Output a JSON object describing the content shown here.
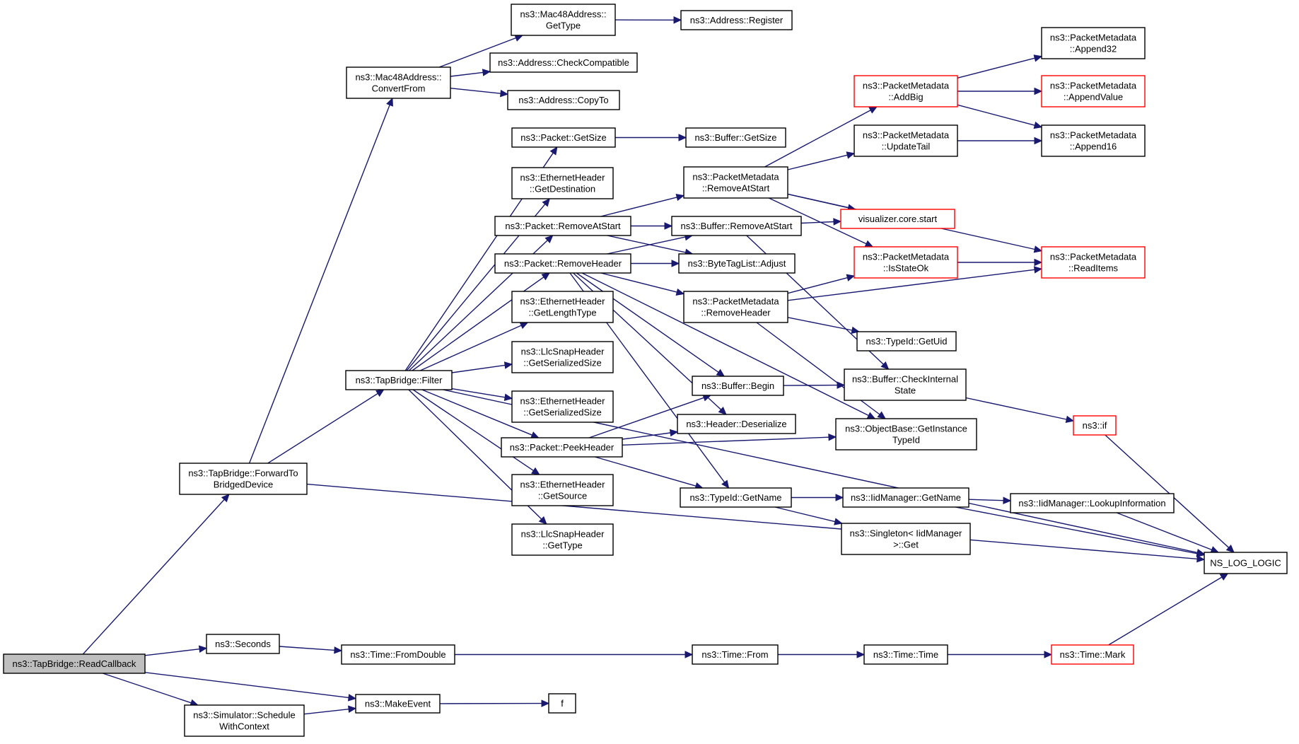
{
  "nodes": [
    {
      "id": "readcb",
      "lines": [
        "ns3::TapBridge::ReadCallback"
      ],
      "style": "root"
    },
    {
      "id": "fwd",
      "lines": [
        "ns3::TapBridge::ForwardTo",
        "BridgedDevice"
      ]
    },
    {
      "id": "seconds",
      "lines": [
        "ns3::Seconds"
      ]
    },
    {
      "id": "sched",
      "lines": [
        "ns3::Simulator::Schedule",
        "WithContext"
      ]
    },
    {
      "id": "makeevent",
      "lines": [
        "ns3::MakeEvent"
      ]
    },
    {
      "id": "f",
      "lines": [
        "f"
      ]
    },
    {
      "id": "fromdouble",
      "lines": [
        "ns3::Time::FromDouble"
      ]
    },
    {
      "id": "timefrom",
      "lines": [
        "ns3::Time::From"
      ]
    },
    {
      "id": "timetime",
      "lines": [
        "ns3::Time::Time"
      ]
    },
    {
      "id": "timemark",
      "lines": [
        "ns3::Time::Mark"
      ],
      "style": "trunc"
    },
    {
      "id": "nslog",
      "lines": [
        "NS_LOG_LOGIC"
      ]
    },
    {
      "id": "mac48conv",
      "lines": [
        "ns3::Mac48Address::",
        "ConvertFrom"
      ]
    },
    {
      "id": "mac48type",
      "lines": [
        "ns3::Mac48Address::",
        "GetType"
      ]
    },
    {
      "id": "addrreg",
      "lines": [
        "ns3::Address::Register"
      ]
    },
    {
      "id": "addrcheck",
      "lines": [
        "ns3::Address::CheckCompatible"
      ]
    },
    {
      "id": "addrcopy",
      "lines": [
        "ns3::Address::CopyTo"
      ]
    },
    {
      "id": "filter",
      "lines": [
        "ns3::TapBridge::Filter"
      ]
    },
    {
      "id": "pktsize",
      "lines": [
        "ns3::Packet::GetSize"
      ]
    },
    {
      "id": "bufsize",
      "lines": [
        "ns3::Buffer::GetSize"
      ]
    },
    {
      "id": "ethdest",
      "lines": [
        "ns3::EthernetHeader",
        "::GetDestination"
      ]
    },
    {
      "id": "pktrmstart",
      "lines": [
        "ns3::Packet::RemoveAtStart"
      ]
    },
    {
      "id": "pktrmhdr",
      "lines": [
        "ns3::Packet::RemoveHeader"
      ]
    },
    {
      "id": "ethlen",
      "lines": [
        "ns3::EthernetHeader",
        "::GetLengthType"
      ]
    },
    {
      "id": "llcser",
      "lines": [
        "ns3::LlcSnapHeader",
        "::GetSerializedSize"
      ]
    },
    {
      "id": "ethser",
      "lines": [
        "ns3::EthernetHeader",
        "::GetSerializedSize"
      ]
    },
    {
      "id": "pktpeek",
      "lines": [
        "ns3::Packet::PeekHeader"
      ]
    },
    {
      "id": "ethsrc",
      "lines": [
        "ns3::EthernetHeader",
        "::GetSource"
      ]
    },
    {
      "id": "llctype",
      "lines": [
        "ns3::LlcSnapHeader",
        "::GetType"
      ]
    },
    {
      "id": "pmrmstart",
      "lines": [
        "ns3::PacketMetadata",
        "::RemoveAtStart"
      ]
    },
    {
      "id": "bufrmstart",
      "lines": [
        "ns3::Buffer::RemoveAtStart"
      ]
    },
    {
      "id": "bytetag",
      "lines": [
        "ns3::ByteTagList::Adjust"
      ]
    },
    {
      "id": "pmrmhdr",
      "lines": [
        "ns3::PacketMetadata",
        "::RemoveHeader"
      ]
    },
    {
      "id": "bufbegin",
      "lines": [
        "ns3::Buffer::Begin"
      ]
    },
    {
      "id": "hdrdeser",
      "lines": [
        "ns3::Header::Deserialize"
      ]
    },
    {
      "id": "tidname",
      "lines": [
        "ns3::TypeId::GetName"
      ]
    },
    {
      "id": "pmaddbig",
      "lines": [
        "ns3::PacketMetadata",
        "::AddBig"
      ],
      "style": "trunc"
    },
    {
      "id": "pmupdtail",
      "lines": [
        "ns3::PacketMetadata",
        "::UpdateTail"
      ]
    },
    {
      "id": "viz",
      "lines": [
        "visualizer.core.start"
      ],
      "style": "trunc"
    },
    {
      "id": "pmstateok",
      "lines": [
        "ns3::PacketMetadata",
        "::IsStateOk"
      ],
      "style": "trunc"
    },
    {
      "id": "tiduid",
      "lines": [
        "ns3::TypeId::GetUid"
      ]
    },
    {
      "id": "bufcheck",
      "lines": [
        "ns3::Buffer::CheckInternal",
        "State"
      ]
    },
    {
      "id": "objtid",
      "lines": [
        "ns3::ObjectBase::GetInstance",
        "TypeId"
      ]
    },
    {
      "id": "iidname",
      "lines": [
        "ns3::IidManager::GetName"
      ]
    },
    {
      "id": "singleton",
      "lines": [
        "ns3::Singleton< IidManager",
        ">::Get"
      ]
    },
    {
      "id": "iidlookup",
      "lines": [
        "ns3::IidManager::LookupInformation"
      ]
    },
    {
      "id": "nsif",
      "lines": [
        "ns3::if"
      ],
      "style": "trunc"
    },
    {
      "id": "pmapp32",
      "lines": [
        "ns3::PacketMetadata",
        "::Append32"
      ]
    },
    {
      "id": "pmappval",
      "lines": [
        "ns3::PacketMetadata",
        "::AppendValue"
      ],
      "style": "trunc"
    },
    {
      "id": "pmapp16",
      "lines": [
        "ns3::PacketMetadata",
        "::Append16"
      ]
    },
    {
      "id": "pmread",
      "lines": [
        "ns3::PacketMetadata",
        "::ReadItems"
      ],
      "style": "trunc"
    }
  ],
  "edges": [
    [
      "readcb",
      "fwd"
    ],
    [
      "readcb",
      "seconds"
    ],
    [
      "readcb",
      "makeevent"
    ],
    [
      "readcb",
      "sched"
    ],
    [
      "sched",
      "makeevent"
    ],
    [
      "makeevent",
      "f"
    ],
    [
      "seconds",
      "fromdouble"
    ],
    [
      "fromdouble",
      "timefrom"
    ],
    [
      "timefrom",
      "timetime"
    ],
    [
      "timetime",
      "timemark"
    ],
    [
      "timemark",
      "nslog"
    ],
    [
      "fwd",
      "mac48conv"
    ],
    [
      "fwd",
      "filter"
    ],
    [
      "fwd",
      "nslog"
    ],
    [
      "mac48conv",
      "mac48type"
    ],
    [
      "mac48conv",
      "addrcheck"
    ],
    [
      "mac48conv",
      "addrcopy"
    ],
    [
      "mac48type",
      "addrreg"
    ],
    [
      "filter",
      "pktsize"
    ],
    [
      "filter",
      "ethdest"
    ],
    [
      "filter",
      "pktrmstart"
    ],
    [
      "filter",
      "pktrmhdr"
    ],
    [
      "filter",
      "ethlen"
    ],
    [
      "filter",
      "llcser"
    ],
    [
      "filter",
      "ethser"
    ],
    [
      "filter",
      "pktpeek"
    ],
    [
      "filter",
      "ethsrc"
    ],
    [
      "filter",
      "llctype"
    ],
    [
      "filter",
      "nslog"
    ],
    [
      "pktsize",
      "bufsize"
    ],
    [
      "pktrmstart",
      "pmrmstart"
    ],
    [
      "pktrmstart",
      "bufrmstart"
    ],
    [
      "pktrmstart",
      "bytetag"
    ],
    [
      "pktrmhdr",
      "bufrmstart"
    ],
    [
      "pktrmhdr",
      "bytetag"
    ],
    [
      "pktrmhdr",
      "pmrmhdr"
    ],
    [
      "pktrmhdr",
      "bufbegin"
    ],
    [
      "pktrmhdr",
      "hdrdeser"
    ],
    [
      "pktrmhdr",
      "objtid"
    ],
    [
      "pktrmhdr",
      "tidname"
    ],
    [
      "pktpeek",
      "bufbegin"
    ],
    [
      "pktpeek",
      "hdrdeser"
    ],
    [
      "pktpeek",
      "objtid"
    ],
    [
      "pktpeek",
      "tidname"
    ],
    [
      "pmrmstart",
      "pmaddbig"
    ],
    [
      "pmrmstart",
      "pmupdtail"
    ],
    [
      "pmrmstart",
      "viz"
    ],
    [
      "pmrmstart",
      "pmstateok"
    ],
    [
      "pmrmstart",
      "pmread"
    ],
    [
      "bufrmstart",
      "viz"
    ],
    [
      "bufrmstart",
      "bufcheck"
    ],
    [
      "pmrmhdr",
      "pmstateok"
    ],
    [
      "pmrmhdr",
      "pmread"
    ],
    [
      "pmrmhdr",
      "tiduid"
    ],
    [
      "pmrmhdr",
      "objtid"
    ],
    [
      "bufbegin",
      "bufcheck"
    ],
    [
      "bufcheck",
      "nsif"
    ],
    [
      "nsif",
      "nslog"
    ],
    [
      "tidname",
      "iidname"
    ],
    [
      "tidname",
      "singleton"
    ],
    [
      "iidname",
      "iidlookup"
    ],
    [
      "iidname",
      "nslog"
    ],
    [
      "iidlookup",
      "nslog"
    ],
    [
      "pmaddbig",
      "pmapp32"
    ],
    [
      "pmaddbig",
      "pmappval"
    ],
    [
      "pmaddbig",
      "pmapp16"
    ],
    [
      "pmupdtail",
      "pmapp16"
    ],
    [
      "pmstateok",
      "pmread"
    ]
  ]
}
